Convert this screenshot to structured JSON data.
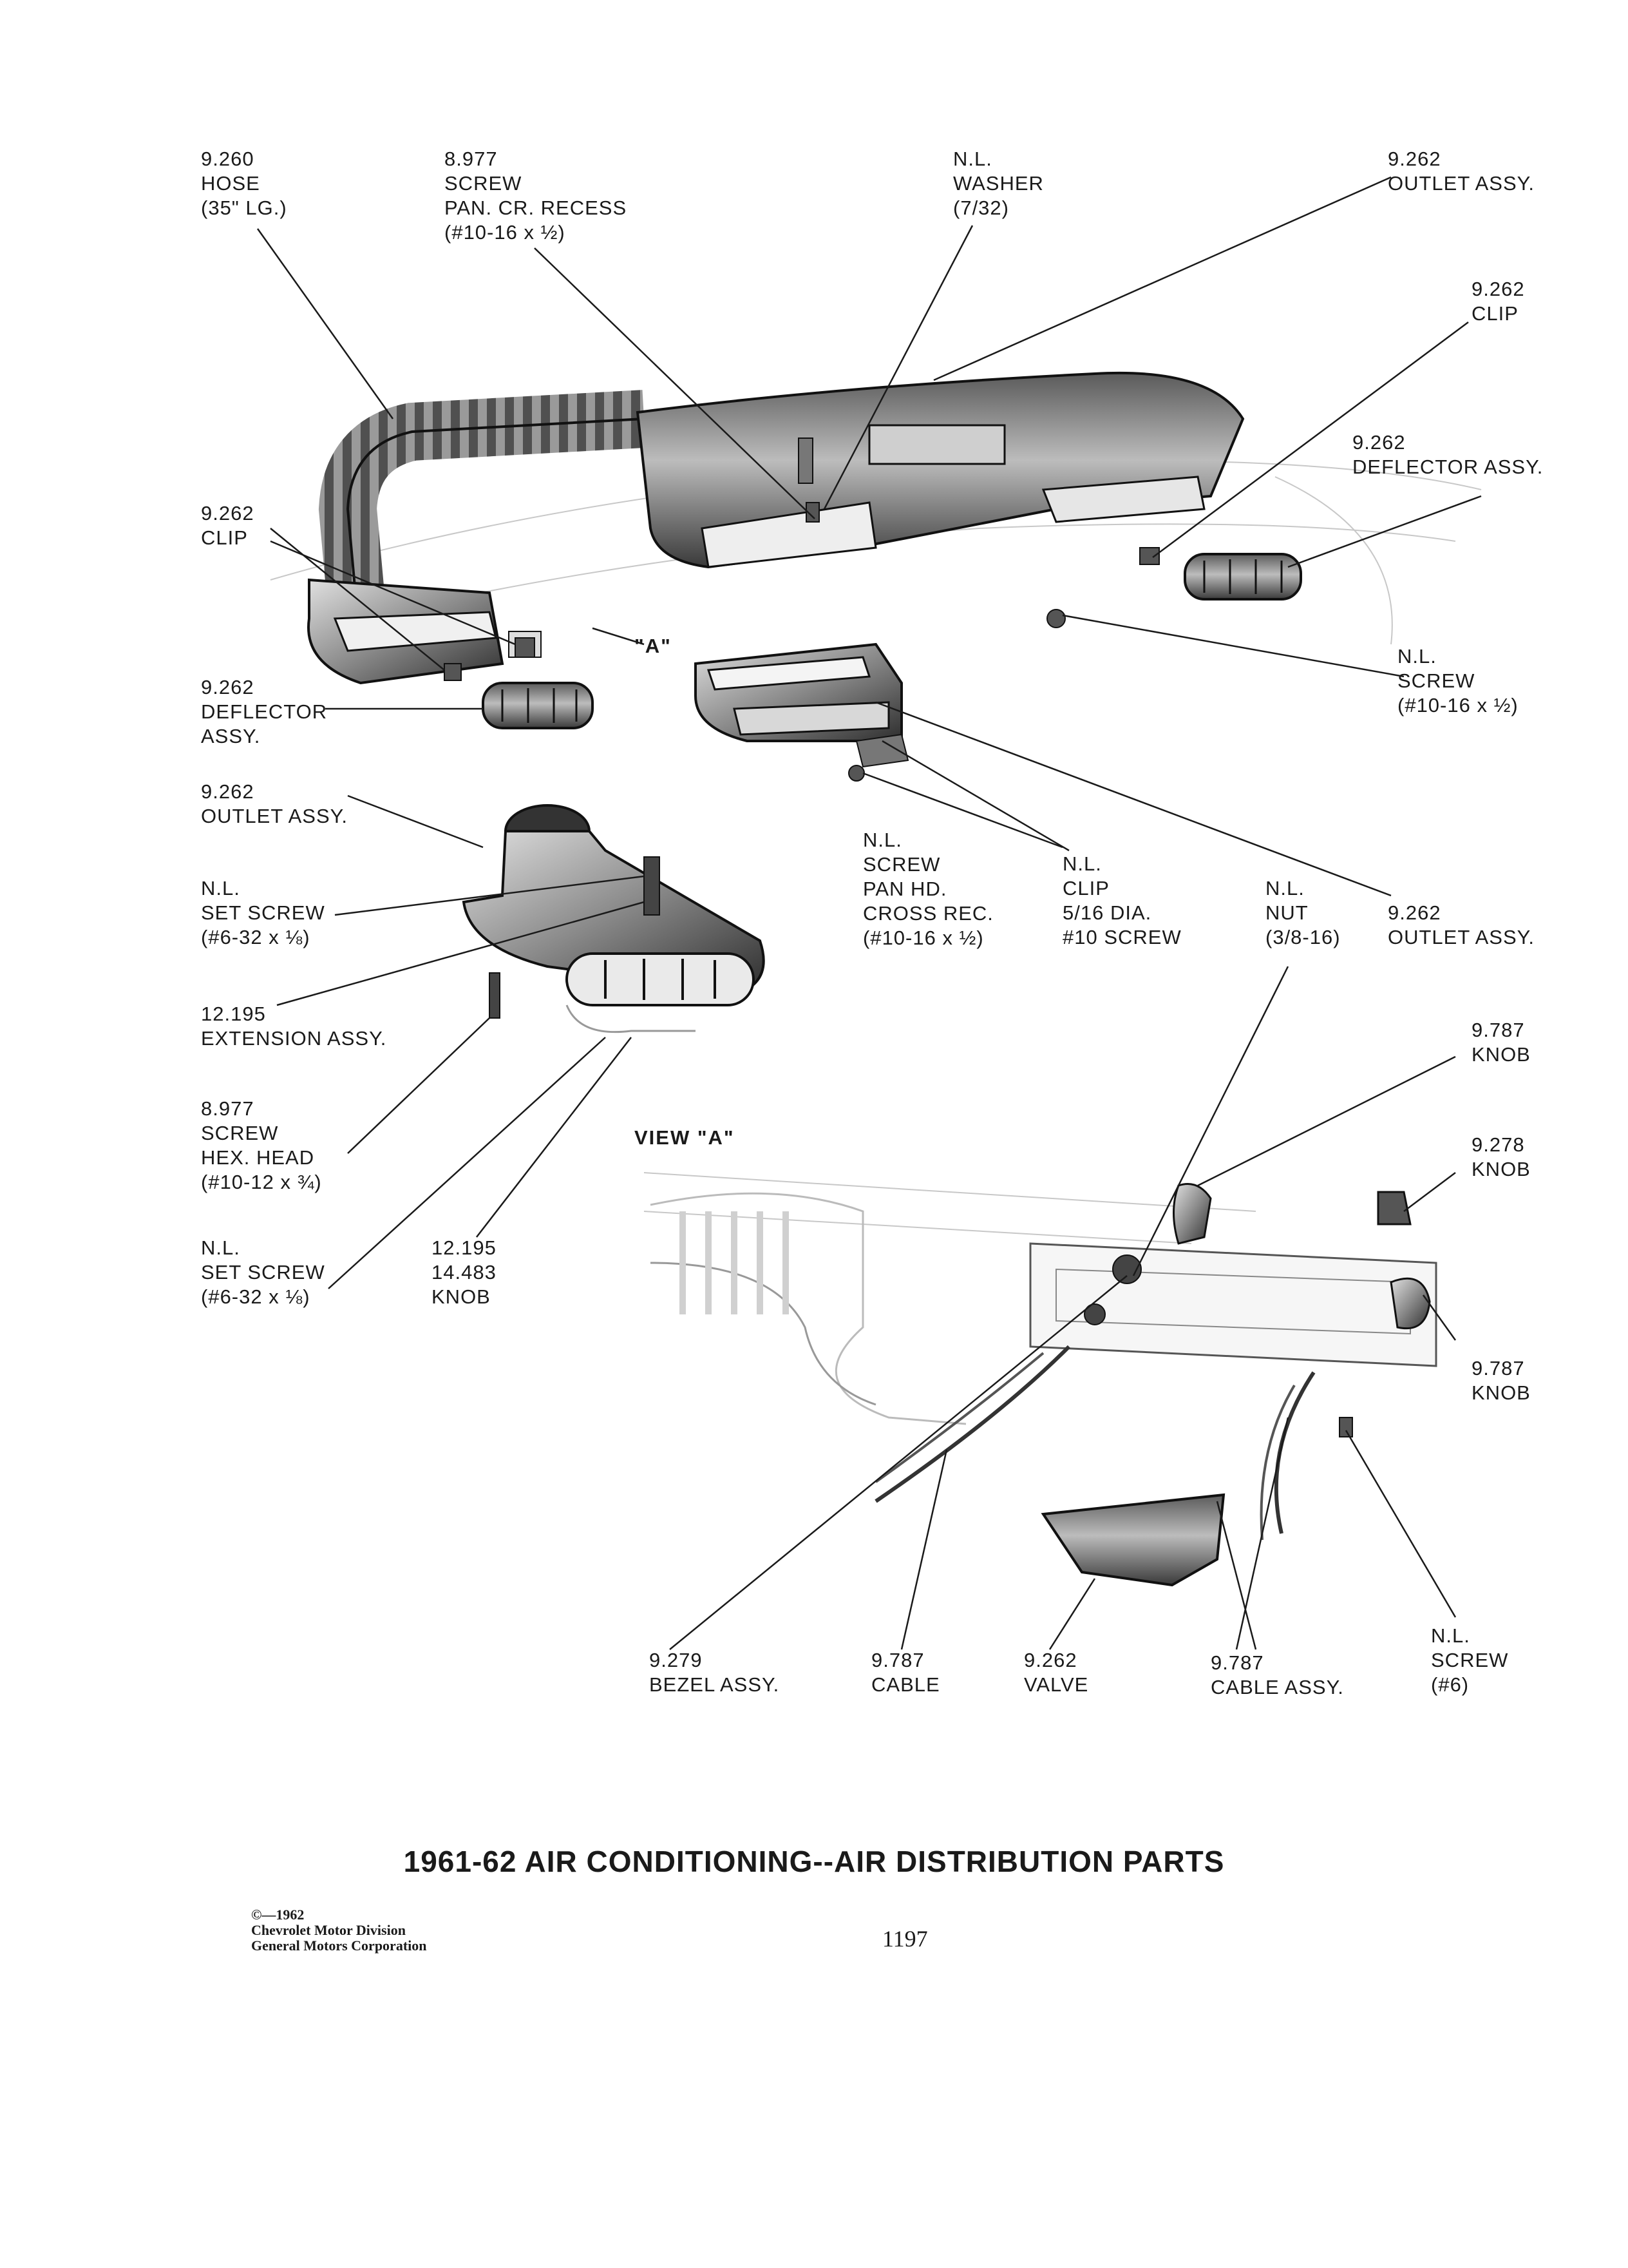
{
  "title": "1961-62 AIR CONDITIONING--AIR DISTRIBUTION PARTS",
  "page_number": "1197",
  "copyright": [
    "©—1962",
    "Chevrolet Motor Division",
    "General Motors Corporation"
  ],
  "view_label": "VIEW \"A\"",
  "view_marker": "\"A\"",
  "callouts": {
    "hose": [
      "9.260",
      "HOSE",
      "(35\" LG.)"
    ],
    "screw_pan_recess": [
      "8.977",
      "SCREW",
      "PAN. CR. RECESS",
      "(#10-16 x ½)"
    ],
    "washer": [
      "N.L.",
      "WASHER",
      "(7/32)"
    ],
    "outlet_top": [
      "9.262",
      "OUTLET ASSY."
    ],
    "clip_right": [
      "9.262",
      "CLIP"
    ],
    "deflector_right": [
      "9.262",
      "DEFLECTOR ASSY."
    ],
    "clip_left": [
      "9.262",
      "CLIP"
    ],
    "screw_right": [
      "N.L.",
      "SCREW",
      "(#10-16 x ½)"
    ],
    "deflector_left": [
      "9.262",
      "DEFLECTOR",
      "ASSY."
    ],
    "outlet_left": [
      "9.262",
      "OUTLET ASSY."
    ],
    "screw_pan_hd": [
      "N.L.",
      "SCREW",
      "PAN HD.",
      "CROSS REC.",
      "(#10-16 x ½)"
    ],
    "clip_dia": [
      "N.L.",
      "CLIP",
      "5/16 DIA.",
      "#10 SCREW"
    ],
    "nut": [
      "N.L.",
      "NUT",
      "(3/8-16)"
    ],
    "outlet_center": [
      "9.262",
      "OUTLET ASSY."
    ],
    "set_screw_top": [
      "N.L.",
      "SET SCREW",
      "(#6-32 x ⅛)"
    ],
    "extension": [
      "12.195",
      "EXTENSION ASSY."
    ],
    "knob_top": [
      "9.787",
      "KNOB"
    ],
    "screw_hex": [
      "8.977",
      "SCREW",
      "HEX. HEAD",
      "(#10-12 x ¾)"
    ],
    "knob_mid": [
      "9.278",
      "KNOB"
    ],
    "set_screw_bottom": [
      "N.L.",
      "SET SCREW",
      "(#6-32 x ⅛)"
    ],
    "knob_center": [
      "12.195",
      "14.483",
      "KNOB"
    ],
    "knob_low": [
      "9.787",
      "KNOB"
    ],
    "bezel": [
      "9.279",
      "BEZEL ASSY."
    ],
    "cable": [
      "9.787",
      "CABLE"
    ],
    "valve": [
      "9.262",
      "VALVE"
    ],
    "cable_assy": [
      "9.787",
      "CABLE ASSY."
    ],
    "screw_6": [
      "N.L.",
      "SCREW",
      "(#6)"
    ]
  }
}
